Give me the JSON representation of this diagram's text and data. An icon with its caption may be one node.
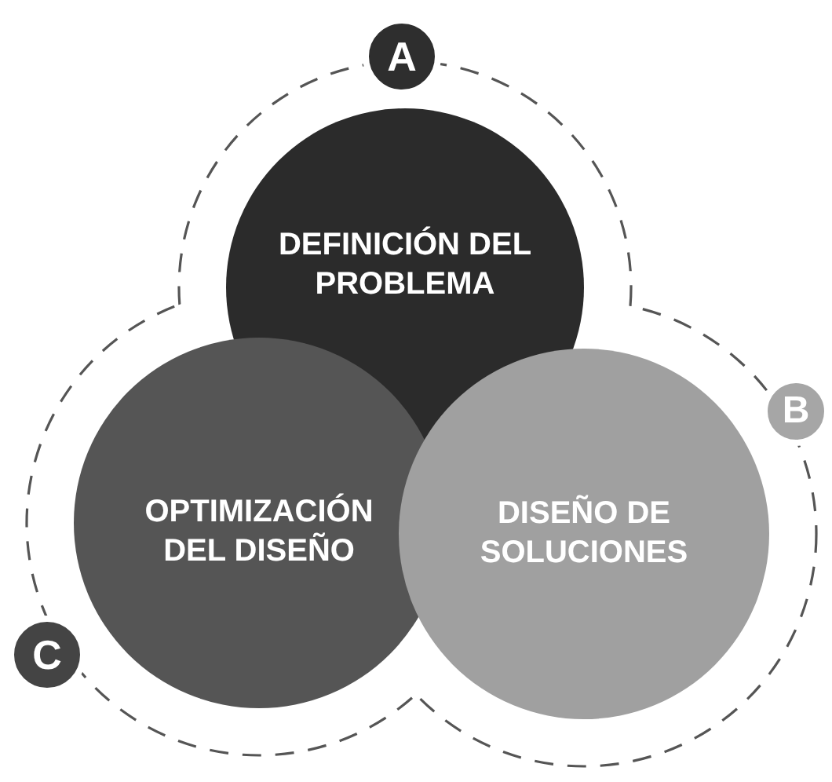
{
  "diagram": {
    "nodes": [
      {
        "text": [
          "A"
        ]
      },
      {
        "text": [
          "DEFINICIÓN DEL PROBLEMA"
        ]
      },
      {
        "text": [
          "B"
        ]
      },
      {
        "text": [
          "OPTIMIZACIÓN DEL DISEÑO"
        ]
      },
      {
        "text": [
          "DISEÑO DE SOLUCIONES"
        ]
      },
      {
        "text": [
          "C"
        ]
      }
    ]
  }
}
